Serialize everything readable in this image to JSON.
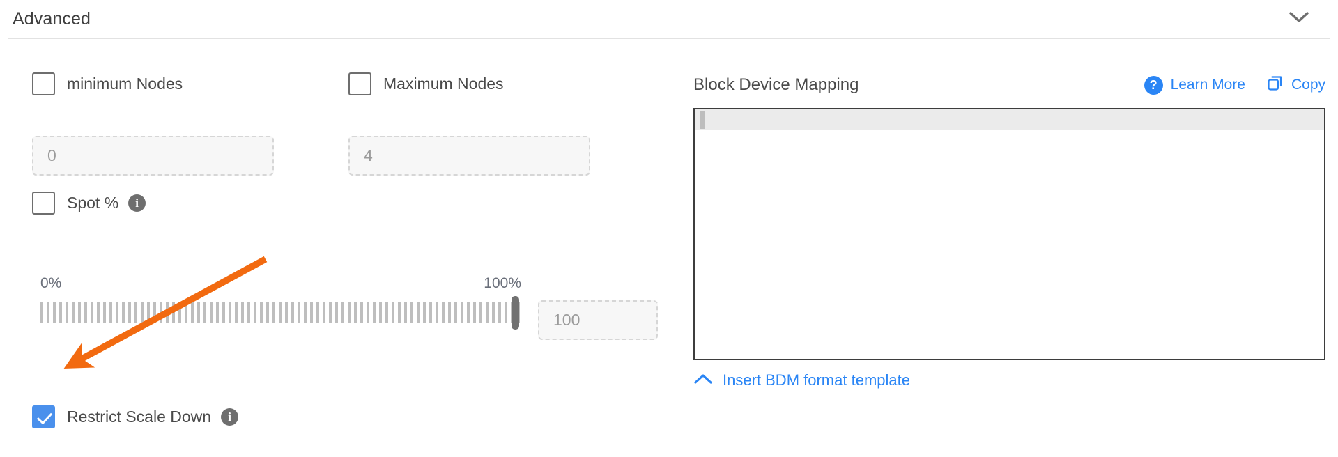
{
  "section": {
    "title": "Advanced",
    "collapse_icon": "chevron-down-icon"
  },
  "scaling": {
    "min_nodes": {
      "label": "minimum Nodes",
      "checked": false,
      "input_placeholder": "0",
      "input_value": ""
    },
    "max_nodes": {
      "label": "Maximum Nodes",
      "checked": false,
      "input_placeholder": "4",
      "input_value": ""
    },
    "spot": {
      "label": "Spot %",
      "checked": false,
      "info_icon": "info-icon"
    },
    "slider": {
      "min_label": "0%",
      "max_label": "100%",
      "value": 100,
      "value_input_placeholder": "100",
      "value_input_value": ""
    },
    "restrict_scale_down": {
      "label": "Restrict Scale Down",
      "checked": true,
      "info_icon": "info-icon"
    }
  },
  "block_device_mapping": {
    "title": "Block Device Mapping",
    "learn_more": {
      "label": "Learn More",
      "icon": "question-circle-icon"
    },
    "copy": {
      "label": "Copy",
      "icon": "copy-icon"
    },
    "editor_content": "",
    "insert_template": {
      "label": "Insert BDM format template",
      "icon": "chevron-up-icon"
    }
  },
  "colors": {
    "accent_blue": "#2a85f5",
    "checkbox_blue": "#4a90ec",
    "annotation_orange": "#f26a10",
    "text_gray": "#4a4a4a",
    "placeholder_gray": "#9b9b9b",
    "tick_gray": "#bebebe"
  }
}
